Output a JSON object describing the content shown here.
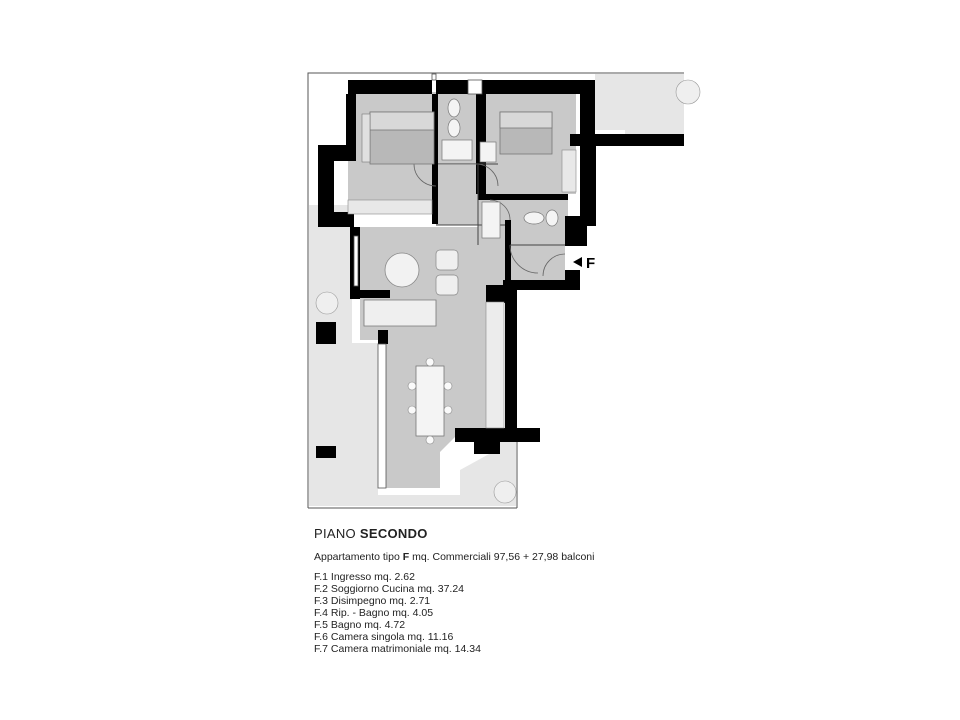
{
  "plan": {
    "entry_marker": "F"
  },
  "legend": {
    "floor_label_prefix": "PIANO",
    "floor_label_name": "SECONDO",
    "apartment_prefix": "Appartamento tipo",
    "apartment_type": "F",
    "apartment_suffix": "mq. Commerciali  97,56 + 27,98 balconi",
    "rooms": [
      "F.1 Ingresso mq. 2.62",
      "F.2 Soggiorno Cucina mq. 37.24",
      "F.3 Disimpegno mq. 2.71",
      "F.4 Rip. - Bagno mq. 4.05",
      "F.5 Bagno mq. 4.72",
      "F.6 Camera singola mq. 11.16",
      "F.7 Camera matrimoniale mq. 14.34"
    ]
  },
  "colors": {
    "wall": "#000000",
    "floor": "#c9c9c9",
    "balcony": "#e6e6e6",
    "line": "#666666"
  }
}
